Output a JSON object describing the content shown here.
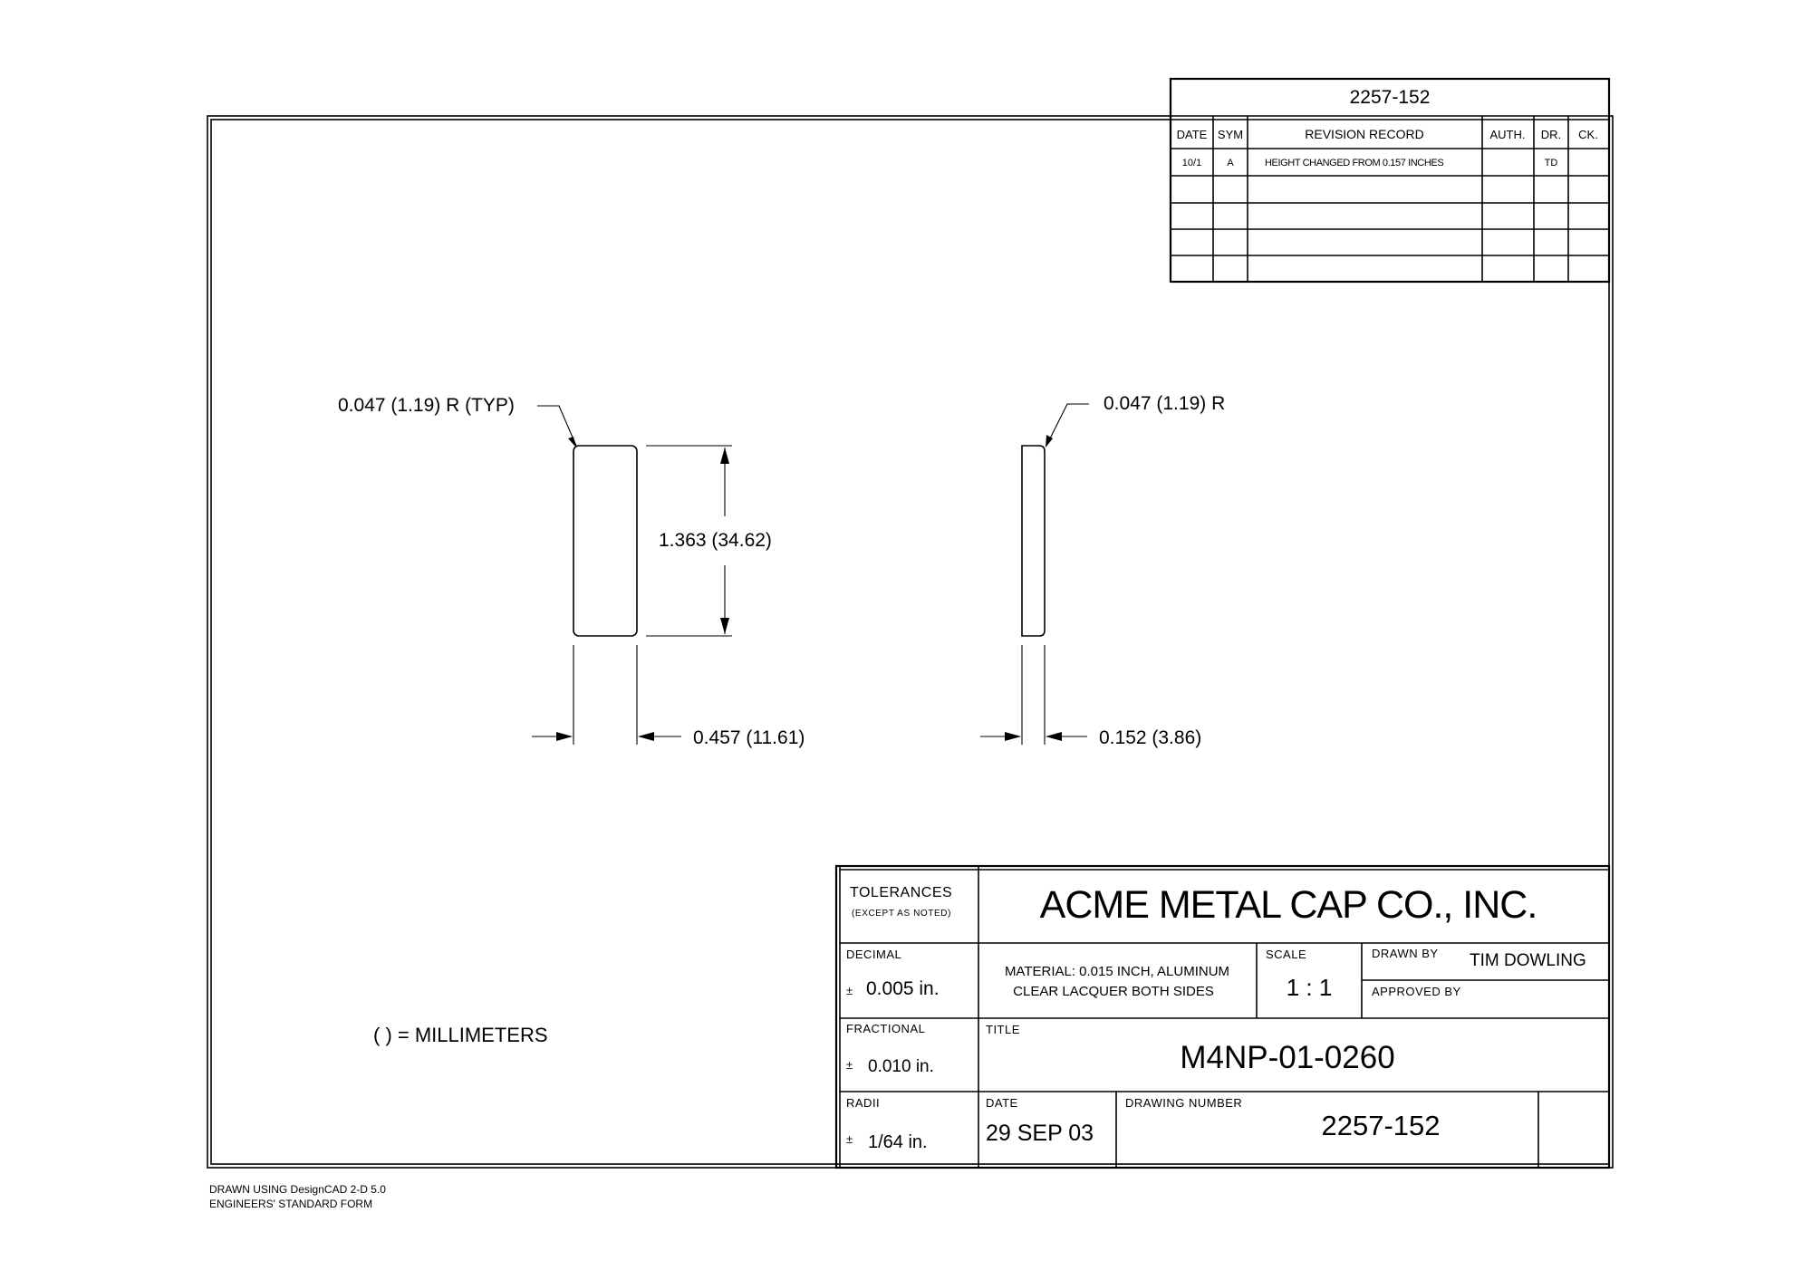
{
  "revision_block": {
    "drawing_number": "2257-152",
    "headers": [
      "DATE",
      "SYM",
      "REVISION RECORD",
      "AUTH.",
      "DR.",
      "CK."
    ],
    "rows": [
      [
        "10/1",
        "A",
        "HEIGHT CHANGED FROM 0.157 INCHES",
        "",
        "TD",
        ""
      ],
      [
        "",
        "",
        "",
        "",
        "",
        ""
      ],
      [
        "",
        "",
        "",
        "",
        "",
        ""
      ],
      [
        "",
        "",
        "",
        "",
        "",
        ""
      ],
      [
        "",
        "",
        "",
        "",
        "",
        ""
      ]
    ]
  },
  "views": {
    "front": {
      "radius_label": "0.047 (1.19) R (TYP)",
      "height_label": "1.363 (34.62)",
      "width_label": "0.457 (11.61)"
    },
    "side": {
      "radius_label": "0.047 (1.19) R",
      "thickness_label": "0.152 (3.86)"
    }
  },
  "units_note": "( ) = MILLIMETERS",
  "title_block": {
    "tolerances_label": "TOLERANCES",
    "tolerances_sub": "(EXCEPT AS NOTED)",
    "company": "ACME METAL CAP CO., INC.",
    "decimal_label": "DECIMAL",
    "decimal_value": "0.005 in.",
    "fractional_label": "FRACTIONAL",
    "fractional_value": "0.010 in.",
    "radii_label": "RADII",
    "radii_value": "1/64 in.",
    "plus_minus": "±",
    "material_line1": "MATERIAL: 0.015 INCH, ALUMINUM",
    "material_line2": "CLEAR LACQUER BOTH SIDES",
    "scale_label": "SCALE",
    "scale_value": "1 : 1",
    "drawn_by_label": "DRAWN BY",
    "drawn_by_value": "TIM DOWLING",
    "approved_by_label": "APPROVED BY",
    "approved_by_value": "",
    "title_label": "TITLE",
    "title_value": "M4NP-01-0260",
    "date_label": "DATE",
    "date_value": "29 SEP 03",
    "drawing_number_label": "DRAWING NUMBER",
    "drawing_number_value": "2257-152"
  },
  "footer": {
    "line1": "DRAWN USING DesignCAD 2-D 5.0",
    "line2": "ENGINEERS' STANDARD FORM"
  }
}
